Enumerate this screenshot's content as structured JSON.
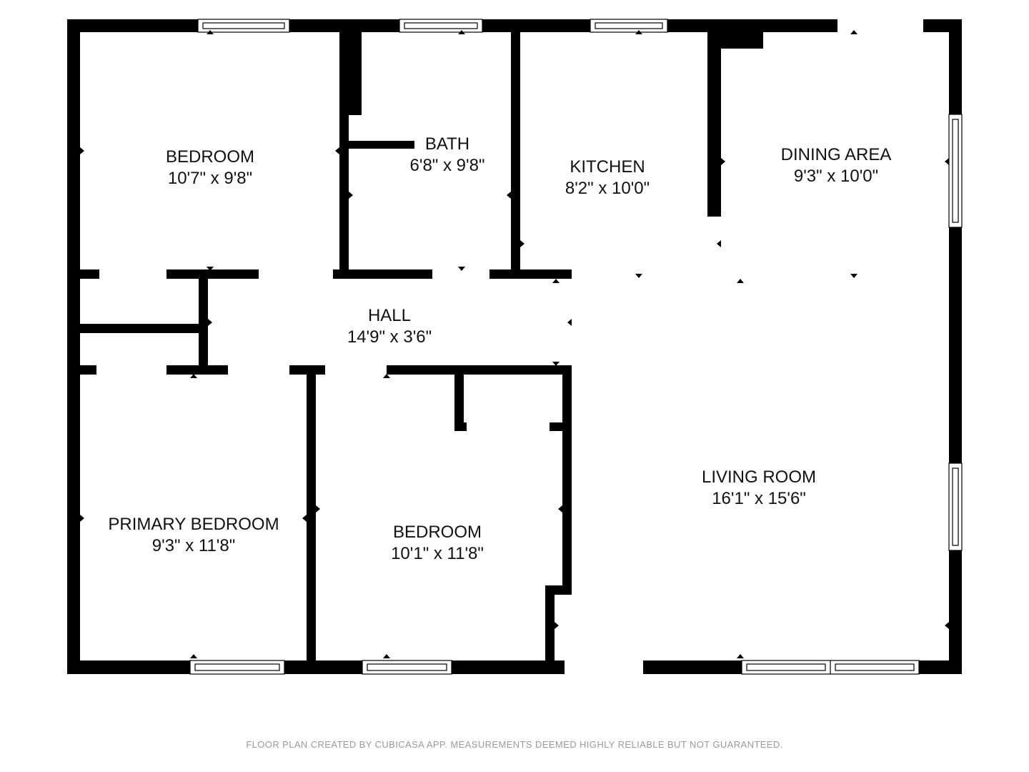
{
  "rooms": [
    {
      "key": "bedroom1",
      "name": "BEDROOM",
      "dims": "10'7\" x 9'8\""
    },
    {
      "key": "bath",
      "name": "BATH",
      "dims": "6'8\" x 9'8\""
    },
    {
      "key": "kitchen",
      "name": "KITCHEN",
      "dims": "8'2\" x 10'0\""
    },
    {
      "key": "dining",
      "name": "DINING AREA",
      "dims": "9'3\" x 10'0\""
    },
    {
      "key": "hall",
      "name": "HALL",
      "dims": "14'9\" x 3'6\""
    },
    {
      "key": "living",
      "name": "LIVING ROOM",
      "dims": "16'1\" x 15'6\""
    },
    {
      "key": "primary",
      "name": "PRIMARY BEDROOM",
      "dims": "9'3\" x 11'8\""
    },
    {
      "key": "bedroom2",
      "name": "BEDROOM",
      "dims": "10'1\" x 11'8\""
    }
  ],
  "footer": "FLOOR PLAN CREATED BY CUBICASA APP. MEASUREMENTS DEEMED HIGHLY RELIABLE BUT NOT GUARANTEED."
}
